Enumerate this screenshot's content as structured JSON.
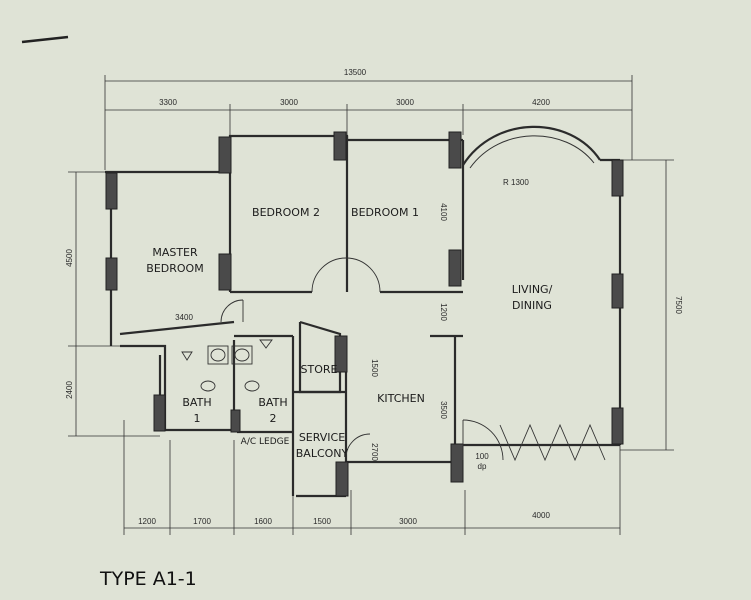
{
  "dimensions": {
    "overall": "13500",
    "top": [
      "3300",
      "3000",
      "3000",
      "4200"
    ],
    "bottom": [
      "1200",
      "1700",
      "1600",
      "1500",
      "3000",
      "4000"
    ],
    "left": [
      "4500",
      "2400"
    ],
    "right": "7500",
    "inner": {
      "master_width": "3400",
      "bedroom1_depth": "4100",
      "corridor": "1200",
      "store": "1500",
      "kitchen": "3500",
      "balcony": "2700",
      "bay_radius": "R 1300",
      "door": "100",
      "door_sub": "dp"
    }
  },
  "rooms": {
    "master_line1": "MASTER",
    "master_line2": "BEDROOM",
    "bedroom2": "BEDROOM 2",
    "bedroom1": "BEDROOM 1",
    "living_line1": "LIVING/",
    "living_line2": "DINING",
    "store": "STORE",
    "kitchen": "KITCHEN",
    "bath1_line1": "BATH",
    "bath1_line2": "1",
    "bath2_line1": "BATH",
    "bath2_line2": "2",
    "ac_ledge": "A/C LEDGE",
    "service_line1": "SERVICE",
    "service_line2": "BALCONY"
  },
  "title": "TYPE A1-1"
}
